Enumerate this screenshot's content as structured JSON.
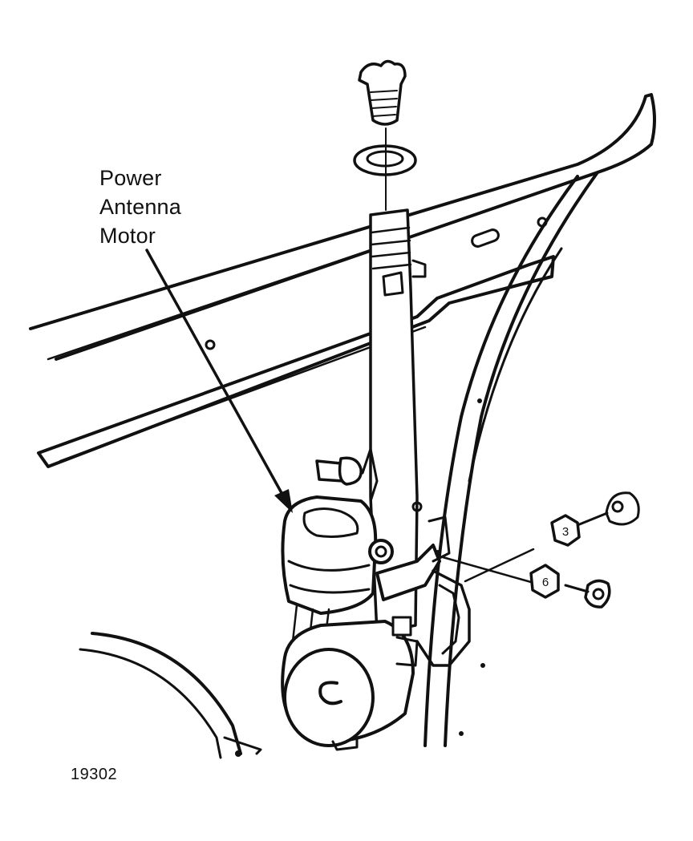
{
  "callout": {
    "lines": [
      "Power",
      "Antenna",
      "Motor"
    ]
  },
  "figure_number": "19302",
  "fastener_labels": {
    "upper_nut": "3",
    "lower_nut": "6"
  },
  "colors": {
    "ink": "#111111",
    "paper": "#ffffff"
  }
}
